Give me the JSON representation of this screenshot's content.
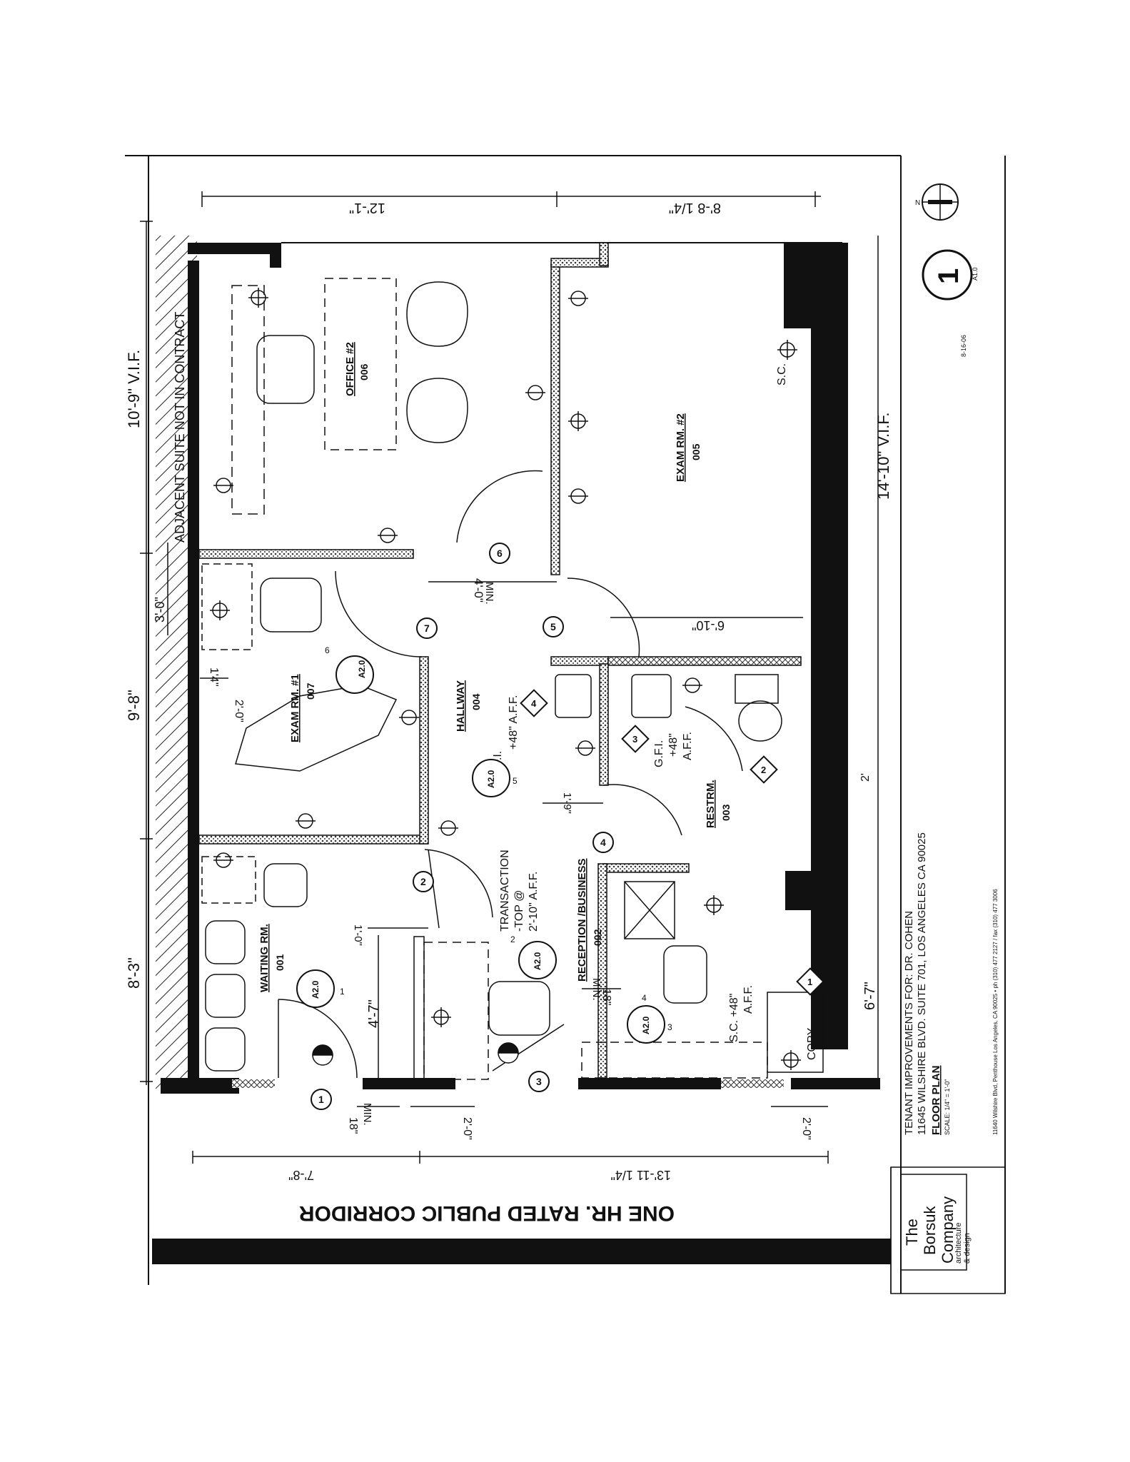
{
  "plan": {
    "corridor": "ONE HR. RATED PUBLIC CORRIDOR",
    "adjacent": "ADJACENT SUITE NOT IN CONTRACT",
    "rooms": {
      "office2": {
        "name": "OFFICE #2",
        "num": "006"
      },
      "exam2": {
        "name": "EXAM RM. #2",
        "num": "005"
      },
      "exam1": {
        "name": "EXAM RM. #1",
        "num": "007"
      },
      "hallway": {
        "name": "HALLWAY",
        "num": "004"
      },
      "restrm": {
        "name": "RESTRM.",
        "num": "003"
      },
      "waiting": {
        "name": "WAITING RM.",
        "num": "001"
      },
      "reception": {
        "name": "RECEPTION /BUSINESS",
        "num": "002"
      }
    },
    "notes": {
      "sc": "S.C.",
      "gfi_hall_1": "G.F.I.",
      "gfi_hall_2": "+48\" A.F.F.",
      "gfi_rest_1": "G.F.I.",
      "gfi_rest_2": "+48\"",
      "gfi_rest_3": "A.F.F.",
      "transaction_1": "TRANSACTION",
      "transaction_2": "-TOP @",
      "transaction_3": "2'-10\" A.F.F.",
      "sc48_1": "S.C. +48\"",
      "sc48_2": "A.F.F.",
      "copy": "COPY",
      "min": "MIN."
    },
    "dims": {
      "d_10_9": "10'-9\" V.I.F.",
      "d_9_8": "9'-8\"",
      "d_8_3": "8'-3\"",
      "d_3_0": "3'-0\"",
      "d_12_1": "12'-1\"",
      "d_8_8": "8'-8 1/4\"",
      "d_14_10": "14'-10\" V.I.F.",
      "d_6_10": "6'-10\"",
      "d_6_7": "6'-7\"",
      "d_4_0": "4'-0\"",
      "d_1_4": "1'4\"",
      "d_2_0a": "2'-0\"",
      "d_1_9": "1'-9\"",
      "d_1_0": "1'-0\"",
      "d_4_7": "4'-7\"",
      "d_18a": "18\"",
      "d_18b": "18\"",
      "d_2_0b": "2'-0\"",
      "d_2_0c": "2'-0\"",
      "d_7_8": "7'-8\"",
      "d_13_11": "13'-11 1/4\"",
      "d_2": "2'"
    },
    "callouts": {
      "ref": "A2.0",
      "doors": [
        "1",
        "2",
        "3",
        "4",
        "5",
        "6",
        "7"
      ],
      "tags": [
        "1",
        "2",
        "3",
        "4"
      ],
      "elev": [
        "1",
        "2",
        "3",
        "4",
        "5",
        "6"
      ]
    }
  },
  "title_block": {
    "project_1": "TENANT IMPROVEMENTS FOR: DR. COHEN",
    "project_2": "11645 WILSHIRE BLVD. SUITE 701, LOS ANGELES CA 90025",
    "sheet_name": "FLOOR PLAN",
    "scale": "SCALE: 1/4\" = 1'-0\"",
    "firm_address": "11640 Wilshire Blvd, Penthouse Los Angeles, CA 90025 • ph (310) 477 2127 / fax (310) 477 3006",
    "firm_1": "The",
    "firm_2": "Borsuk",
    "firm_3": "Company",
    "firm_4": "architecture",
    "firm_5": "& design",
    "date": "8-16-06",
    "sheet_num": "1",
    "sheet_ref": "A1.0",
    "north": "N"
  }
}
